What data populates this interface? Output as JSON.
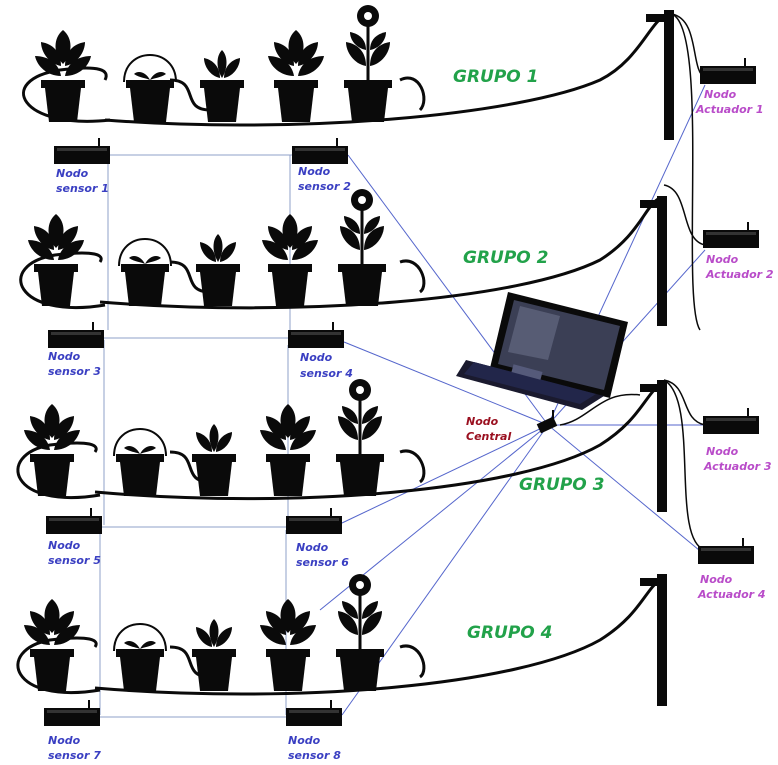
{
  "groups": [
    {
      "label": "GRUPO 1"
    },
    {
      "label": "GRUPO 2"
    },
    {
      "label": "GRUPO 3"
    },
    {
      "label": "GRUPO 4"
    }
  ],
  "sensors": [
    {
      "line1": "Nodo",
      "line2": "sensor 1"
    },
    {
      "line1": "Nodo",
      "line2": "sensor 2"
    },
    {
      "line1": "Nodo",
      "line2": "sensor 3"
    },
    {
      "line1": "Nodo",
      "line2": "sensor 4"
    },
    {
      "line1": "Nodo",
      "line2": "sensor 5"
    },
    {
      "line1": "Nodo",
      "line2": "sensor 6"
    },
    {
      "line1": "Nodo",
      "line2": "sensor 7"
    },
    {
      "line1": "Nodo",
      "line2": "sensor 8"
    }
  ],
  "actuators": [
    {
      "line1": "Nodo",
      "line2": "Actuador 1"
    },
    {
      "line1": "Nodo",
      "line2": "Actuador 2"
    },
    {
      "line1": "Nodo",
      "line2": "Actuador 3"
    },
    {
      "line1": "Nodo",
      "line2": "Actuador 4"
    }
  ],
  "central": {
    "line1": "Nodo",
    "line2": "Central"
  },
  "colors": {
    "sensor_label": "#3a3fc2",
    "actuator_label": "#b94cc9",
    "central_label": "#9a1020",
    "group_label": "#22a24a",
    "link_line": "#5566cc",
    "grid_line": "#8fa0c8",
    "silhouette": "#0a0a0a"
  }
}
